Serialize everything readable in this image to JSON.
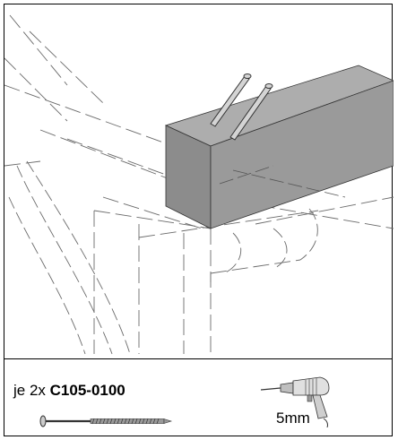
{
  "hardware": {
    "prefix": "je 2x ",
    "part_number": "C105-0100",
    "drill_size": "5mm"
  },
  "icons": {
    "screw": "screw-icon",
    "drill": "drill-icon"
  },
  "colors": {
    "beam_top": "#adadad",
    "beam_front": "#8c8c8c",
    "beam_side": "#9a9a9a",
    "lines": "#555555"
  }
}
